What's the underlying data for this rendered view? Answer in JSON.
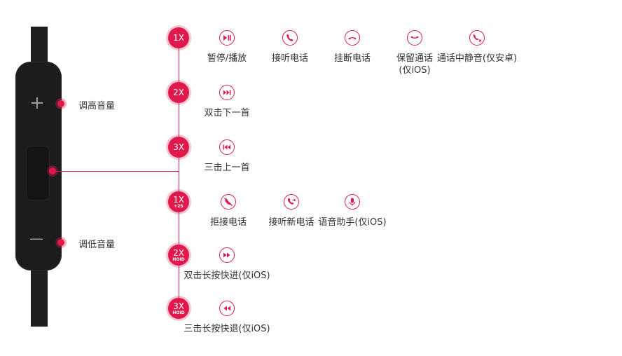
{
  "colors": {
    "accent": "#e0194c",
    "remote_body": "#1c1c1c",
    "text": "#333333"
  },
  "remote": {
    "plus_sign": "+",
    "minus_sign": "—",
    "volume_up_label": "调高音量",
    "volume_down_label": "调低音量"
  },
  "rows": [
    {
      "badge": "1X",
      "badge_sub": "",
      "actions": [
        {
          "icon": "play-pause-icon",
          "label": "暂停/播放",
          "sub": ""
        },
        {
          "icon": "phone-answer-icon",
          "label": "接听电话",
          "sub": ""
        },
        {
          "icon": "phone-hangup-icon",
          "label": "挂断电话",
          "sub": ""
        },
        {
          "icon": "phone-hold-icon",
          "label": "保留通话",
          "sub": "(仅iOS)"
        },
        {
          "icon": "phone-mute-icon",
          "label": "通话中静音(仅安卓)",
          "sub": ""
        }
      ]
    },
    {
      "badge": "2X",
      "badge_sub": "",
      "actions": [
        {
          "icon": "next-track-icon",
          "label": "双击下一首",
          "sub": ""
        }
      ]
    },
    {
      "badge": "3X",
      "badge_sub": "",
      "actions": [
        {
          "icon": "previous-track-icon",
          "label": "三击上一首",
          "sub": ""
        }
      ]
    },
    {
      "badge": "1X",
      "badge_sub": "+2S",
      "actions": [
        {
          "icon": "reject-call-icon",
          "label": "拒接电话",
          "sub": ""
        },
        {
          "icon": "answer-new-call-icon",
          "label": "接听新电话",
          "sub": ""
        },
        {
          "icon": "microphone-icon",
          "label": "语音助手(仅iOS)",
          "sub": ""
        }
      ]
    },
    {
      "badge": "2X",
      "badge_sub": "HOID",
      "actions": [
        {
          "icon": "fast-forward-icon",
          "label": "双击长按快进(仅iOS)",
          "sub": ""
        }
      ]
    },
    {
      "badge": "3X",
      "badge_sub": "HOID",
      "actions": [
        {
          "icon": "rewind-icon",
          "label": "三击长按快退(仅iOS)",
          "sub": ""
        }
      ]
    }
  ]
}
